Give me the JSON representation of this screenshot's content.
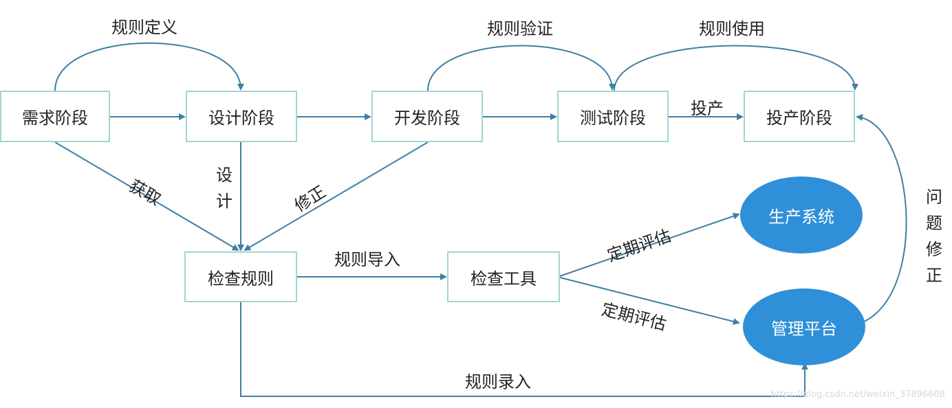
{
  "colors": {
    "box_border": "#9fd7d0",
    "arrow": "#3f7fa3",
    "ellipse_fill": "#2f8fd8",
    "ellipse_text": "#ffffff"
  },
  "nodes": {
    "requirement": "需求阶段",
    "design": "设计阶段",
    "development": "开发阶段",
    "testing": "测试阶段",
    "production": "投产阶段",
    "check_rules": "检查规则",
    "check_tool": "检查工具",
    "production_system": "生产系统",
    "management_platform": "管理平台"
  },
  "edge_labels": {
    "rule_definition": "规则定义",
    "rule_validation": "规则验证",
    "rule_usage": "规则使用",
    "go_live": "投产",
    "obtain": "获取",
    "design": "设计",
    "revise": "修正",
    "rule_import": "规则导入",
    "periodic_eval_1": "定期评估",
    "periodic_eval_2": "定期评估",
    "rule_entry": "规则录入",
    "issue_fix": "问题修正"
  },
  "watermark": "https://blog.csdn.net/weixin_37896608"
}
